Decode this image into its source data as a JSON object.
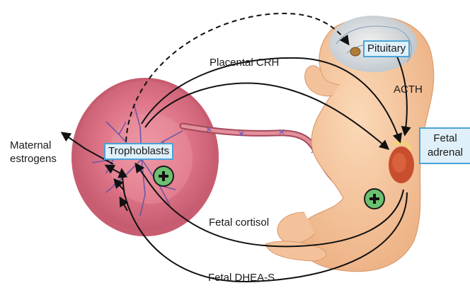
{
  "labels": {
    "placental_crh": "Placental CRH",
    "acth": "ACTH",
    "maternal_estrogens_line1": "Maternal",
    "maternal_estrogens_line2": "estrogens",
    "fetal_cortisol": "Fetal cortisol",
    "fetal_dheas": "Fetal DHEA-S"
  },
  "boxes": {
    "pituitary": "Pituitary",
    "trophoblasts": "Trophoblasts",
    "fetal_adrenal_line1": "Fetal",
    "fetal_adrenal_line2": "adrenal"
  },
  "colors": {
    "box_fill": "#dff0fb",
    "box_border": "#4aa3d8",
    "plus_fill": "#6cc071",
    "placenta": "#d96a7e",
    "fetus_skin": "#f6c79e",
    "arrow": "#111111"
  },
  "icons": [
    "plus-icon",
    "placenta-illustration",
    "fetus-illustration",
    "umbilical-cord"
  ]
}
